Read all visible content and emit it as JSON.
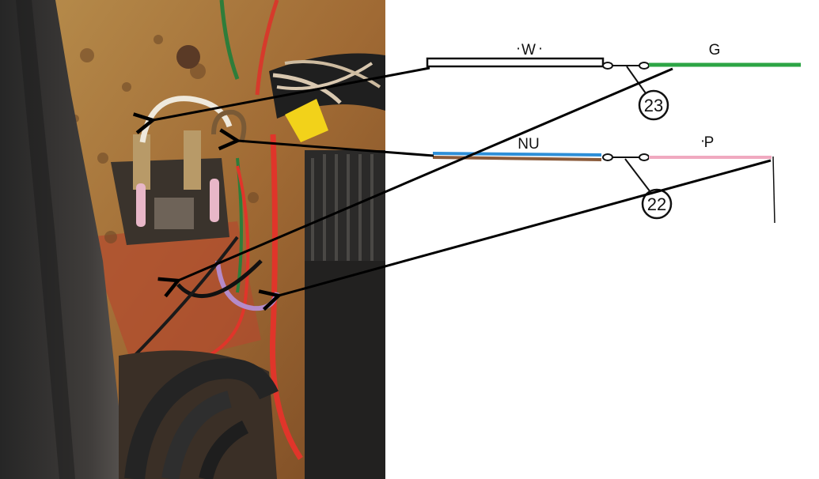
{
  "photo": {
    "description_icon": "engine-bay-photo",
    "colors": {
      "rust": "#a8763c",
      "wall_dark": "#3c3a38",
      "red_wire": "#e0352a",
      "green_wire": "#2e7d3a",
      "purple_wire": "#b58bc9",
      "tan_wire": "#c9b7a0",
      "yellow_tape": "#f2d21a",
      "brown_connector": "#8a6d45",
      "pink_fuse": "#e8b7c8",
      "hose": "#2b2b2b"
    }
  },
  "wiring": {
    "wires": [
      {
        "label": "W",
        "color": "#111111",
        "fill": "#ffffff"
      },
      {
        "label": "G",
        "color": "#2ca545"
      },
      {
        "label": "NU",
        "color_top": "#2e8fd8",
        "color_bottom": "#8a5a3a"
      },
      {
        "label": "P",
        "color": "#f0a9c0"
      }
    ],
    "connectors": [
      {
        "label": "23"
      },
      {
        "label": "22"
      }
    ]
  }
}
